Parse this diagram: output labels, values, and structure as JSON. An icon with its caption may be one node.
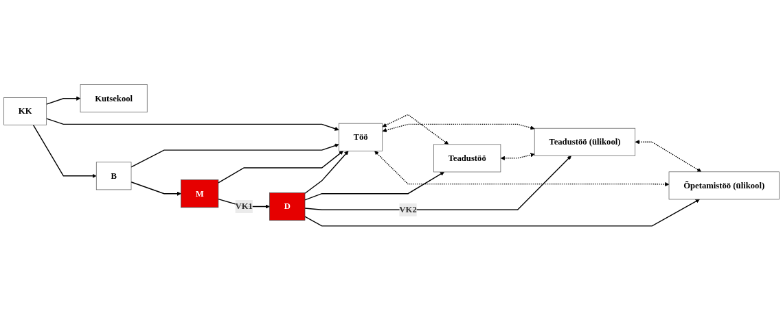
{
  "diagram": {
    "nodes": [
      {
        "text": [
          "Kutsekool"
        ]
      },
      {
        "text": [
          "Töö"
        ]
      },
      {
        "text": [
          "Teadustöö"
        ]
      },
      {
        "text": [
          "KK"
        ]
      },
      {
        "text": [
          "B"
        ]
      },
      {
        "text": [
          "M"
        ]
      },
      {
        "text": [
          "D"
        ]
      },
      {
        "text": [
          "Teadustöö (ülikool)"
        ]
      },
      {
        "text": [
          "Õpetamistöö (ülikool)"
        ]
      }
    ],
    "edges": [
      {
        "from": 3,
        "to": 0,
        "arrow": "to"
      },
      {
        "from": 3,
        "to": 1,
        "arrow": "to"
      },
      {
        "from": 3,
        "to": 4,
        "arrow": "to"
      },
      {
        "from": 4,
        "to": 1,
        "arrow": "to"
      },
      {
        "from": 4,
        "to": 5,
        "arrow": "to"
      },
      {
        "from": 5,
        "to": 1,
        "arrow": "to"
      },
      {
        "from": 5,
        "to": 6,
        "arrow": "to",
        "label": "VK1"
      },
      {
        "from": 6,
        "to": 1,
        "arrow": "to"
      },
      {
        "from": 6,
        "to": 2,
        "arrow": "to"
      },
      {
        "from": 6,
        "to": 7,
        "arrow": "to",
        "label": "VK2"
      },
      {
        "from": 6,
        "to": 8,
        "arrow": "to"
      },
      {
        "from": 1,
        "to": 2,
        "arrow": "both",
        "style": "dashed"
      },
      {
        "from": 1,
        "to": 7,
        "arrow": "both",
        "style": "dashed"
      },
      {
        "from": 1,
        "to": 8,
        "arrow": "both",
        "style": "dashed"
      },
      {
        "from": 2,
        "to": 7,
        "arrow": "both",
        "style": "dashed"
      },
      {
        "from": 7,
        "to": 8,
        "arrow": "both",
        "style": "dashed"
      }
    ]
  }
}
